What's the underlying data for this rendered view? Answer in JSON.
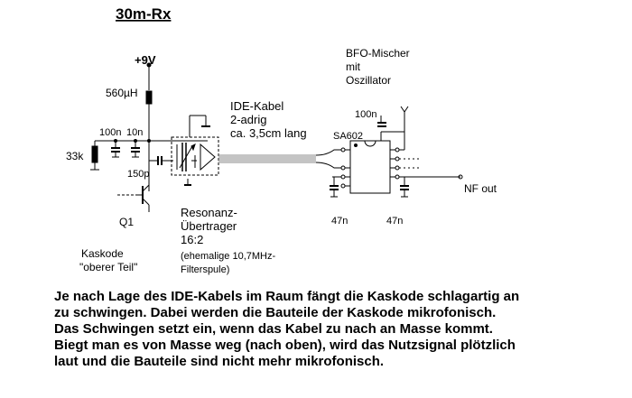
{
  "title": "30m-Rx",
  "labels": {
    "supply": "+9V",
    "inductor": "560µH",
    "cap_100n_left": "100n",
    "cap_10n": "10n",
    "resistor": "33k",
    "cap_150p": "150p",
    "transistor": "Q1",
    "cascode_line1": "Kaskode",
    "cascode_line2": "\"oberer Teil\"",
    "cable_line1": "IDE-Kabel",
    "cable_line2": "2-adrig",
    "cable_line3": "ca. 3,5cm lang",
    "transformer_line1": "Resonanz-",
    "transformer_line2": "Übertrager",
    "transformer_line3": "16:2",
    "transformer_line4": "(ehemalige 10,7MHz-",
    "transformer_line5": "Filterspule)",
    "bfo_line1": "BFO-Mischer",
    "bfo_line2": "mit",
    "bfo_line3": "Oszillator",
    "cap_100n_right": "100n",
    "ic": "SA602",
    "output": "NF out",
    "cap_47n_left": "47n",
    "cap_47n_right": "47n"
  },
  "caption": [
    "Je nach Lage des IDE-Kabels im Raum fängt die Kaskode schlagartig an",
    "zu schwingen. Dabei werden die Bauteile der Kaskode mikrofonisch.",
    "Das Schwingen setzt ein, wenn das Kabel zu nach an Masse kommt.",
    "Biegt man es von Masse weg (nach oben), wird das Nutzsignal plötzlich",
    "laut und die Bauteile sind nicht mehr mikrofonisch."
  ]
}
